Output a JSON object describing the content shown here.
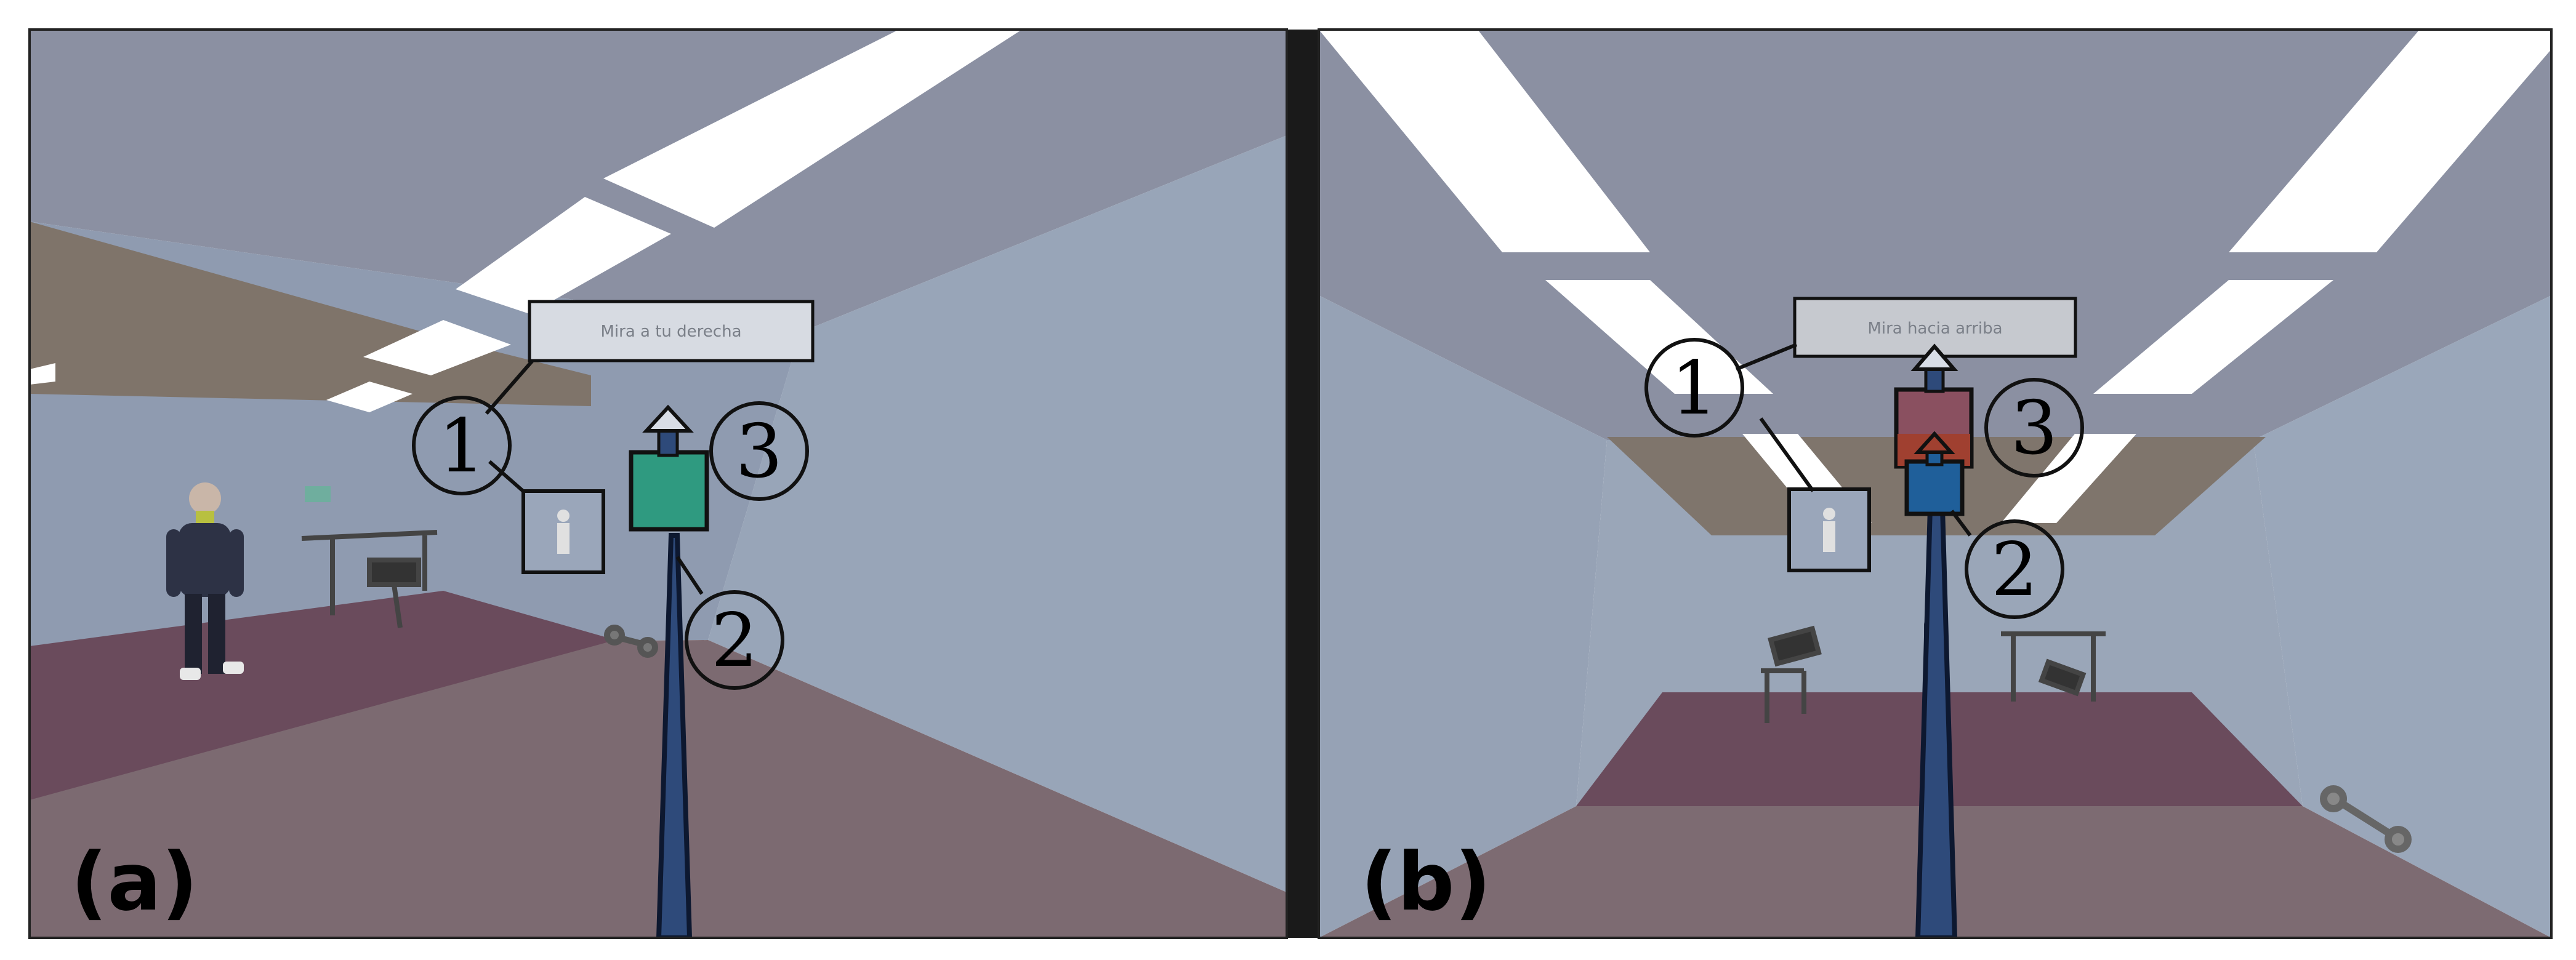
{
  "panels": [
    {
      "label": "(a)",
      "instruction_text": "Mira a tu derecha",
      "callouts": [
        "1",
        "2",
        "3"
      ]
    },
    {
      "label": "(b)",
      "instruction_text": "Mira hacia arriba",
      "callouts": [
        "1",
        "2",
        "3"
      ]
    }
  ],
  "colors": {
    "ceiling": "#8a8fa0",
    "wall": "#98a4b6",
    "floor_light": "#7d6a70",
    "floor_mat": "#6a4c5c",
    "beam": "#2e4a7a",
    "target_a": "#2f9a80",
    "target_b_upper": "#8a5060",
    "target_b_lower": "#1f5f9a",
    "divider": "#1a1a1a",
    "light_panel": "#ffffff"
  }
}
